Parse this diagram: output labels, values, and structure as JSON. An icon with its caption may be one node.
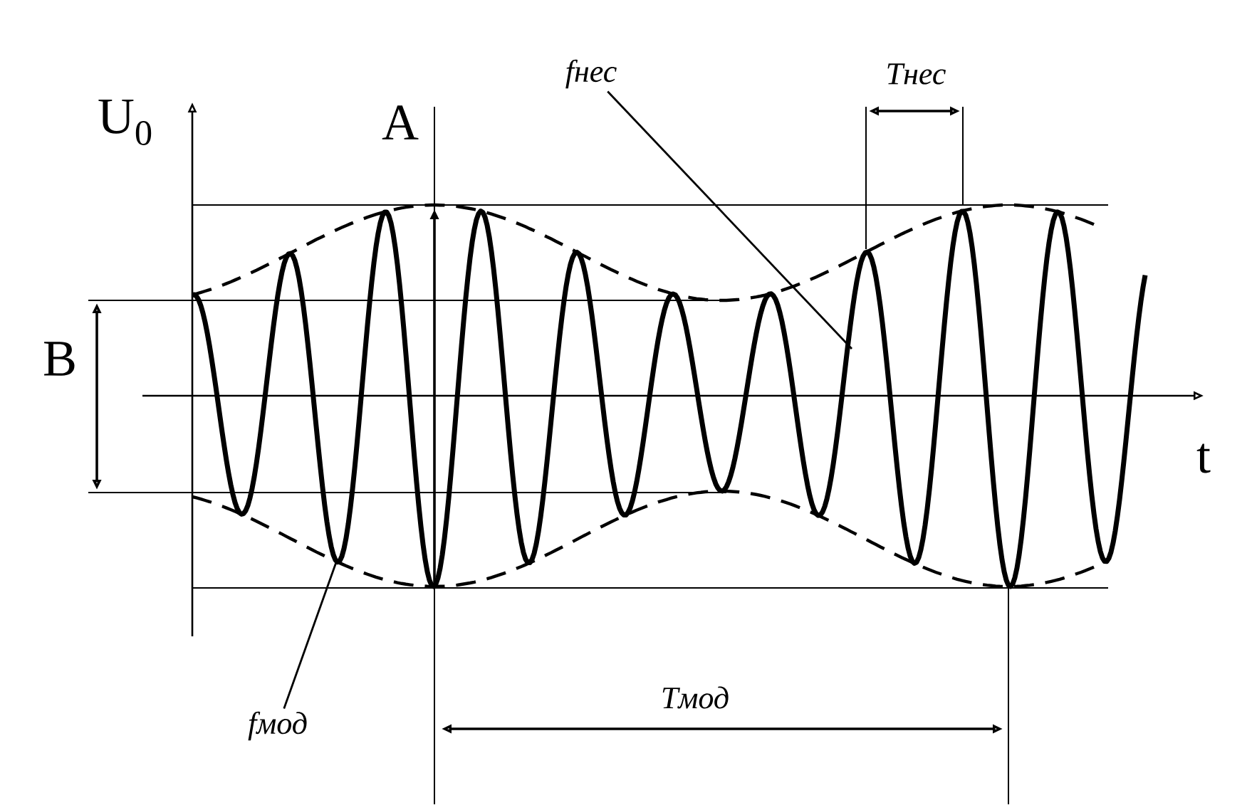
{
  "diagram": {
    "nodes": [
      {
        "text": [
          "fнес"
        ]
      },
      {
        "text": [
          "fмод"
        ]
      }
    ],
    "edges": [
      {
        "from": 0,
        "to": null,
        "arrow": "none"
      },
      {
        "from": 1,
        "to": null,
        "arrow": "none"
      }
    ],
    "labels": [
      "U$_{0}$",
      "A",
      "Tнес",
      "B",
      "t",
      "Tмод"
    ]
  }
}
